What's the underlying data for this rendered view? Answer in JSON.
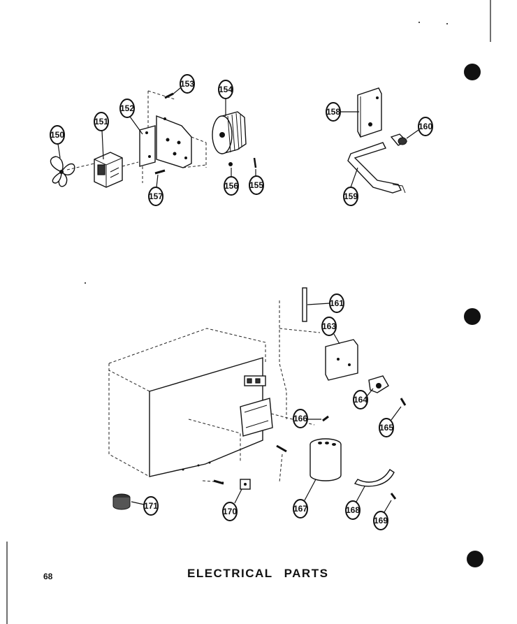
{
  "page": {
    "number": "68",
    "title": "ELECTRICAL PARTS"
  },
  "callouts": [
    "150",
    "151",
    "152",
    "153",
    "154",
    "155",
    "156",
    "157",
    "158",
    "159",
    "160",
    "161",
    "163",
    "164",
    "165",
    "166",
    "167",
    "168",
    "169",
    "170",
    "171"
  ],
  "binder_holes": 3
}
